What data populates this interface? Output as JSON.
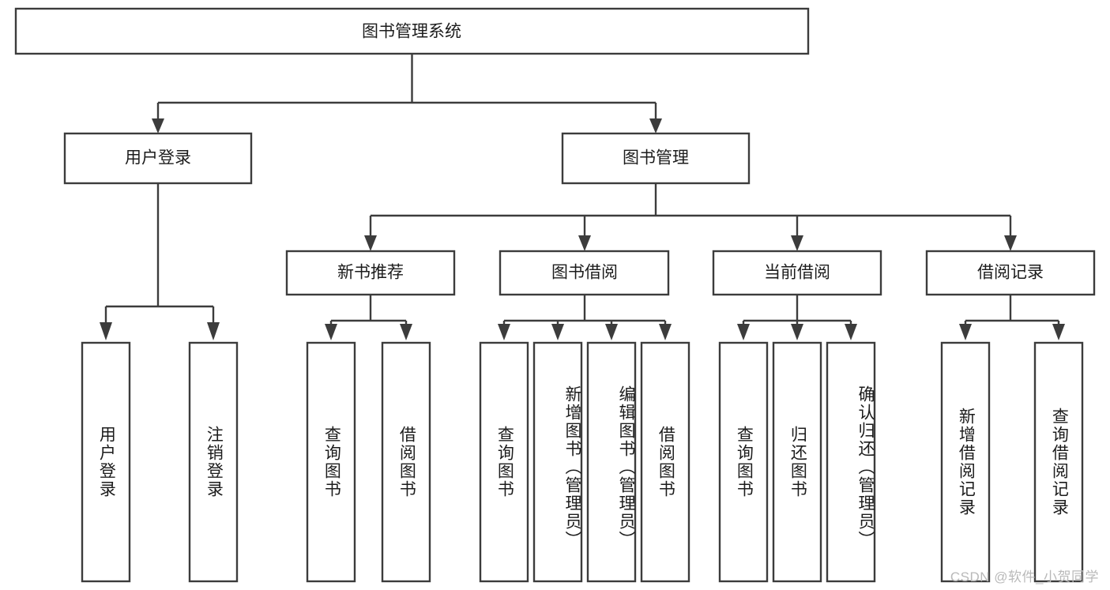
{
  "diagram": {
    "type": "tree-hierarchy",
    "title": "图书管理系统",
    "watermark": "CSDN @软件_小贺同学",
    "colors": {
      "background": "#ffffff",
      "box_fill": "#ffffff",
      "box_stroke": "#3c3c3c",
      "text": "#1c1c1c",
      "watermark": "#b9b9b9"
    },
    "levels": {
      "root": {
        "label": "图书管理系统"
      },
      "level1": [
        {
          "label": "用户登录"
        },
        {
          "label": "图书管理"
        }
      ],
      "level2": [
        {
          "label": "新书推荐"
        },
        {
          "label": "图书借阅"
        },
        {
          "label": "当前借阅"
        },
        {
          "label": "借阅记录"
        }
      ],
      "leaves": [
        {
          "label": "用户登录",
          "parent": "用户登录"
        },
        {
          "label": "注销登录",
          "parent": "用户登录"
        },
        {
          "label": "查询图书",
          "parent": "新书推荐"
        },
        {
          "label": "借阅图书",
          "parent": "新书推荐"
        },
        {
          "label": "查询图书",
          "parent": "图书借阅"
        },
        {
          "label": "新增图书（管理员）",
          "parent": "图书借阅"
        },
        {
          "label": "编辑图书（管理员）",
          "parent": "图书借阅"
        },
        {
          "label": "借阅图书",
          "parent": "图书借阅"
        },
        {
          "label": "查询图书",
          "parent": "当前借阅"
        },
        {
          "label": "归还图书",
          "parent": "当前借阅"
        },
        {
          "label": "确认归还（管理员）",
          "parent": "当前借阅"
        },
        {
          "label": "新增借阅记录",
          "parent": "借阅记录"
        },
        {
          "label": "查询借阅记录",
          "parent": "借阅记录"
        }
      ]
    }
  }
}
